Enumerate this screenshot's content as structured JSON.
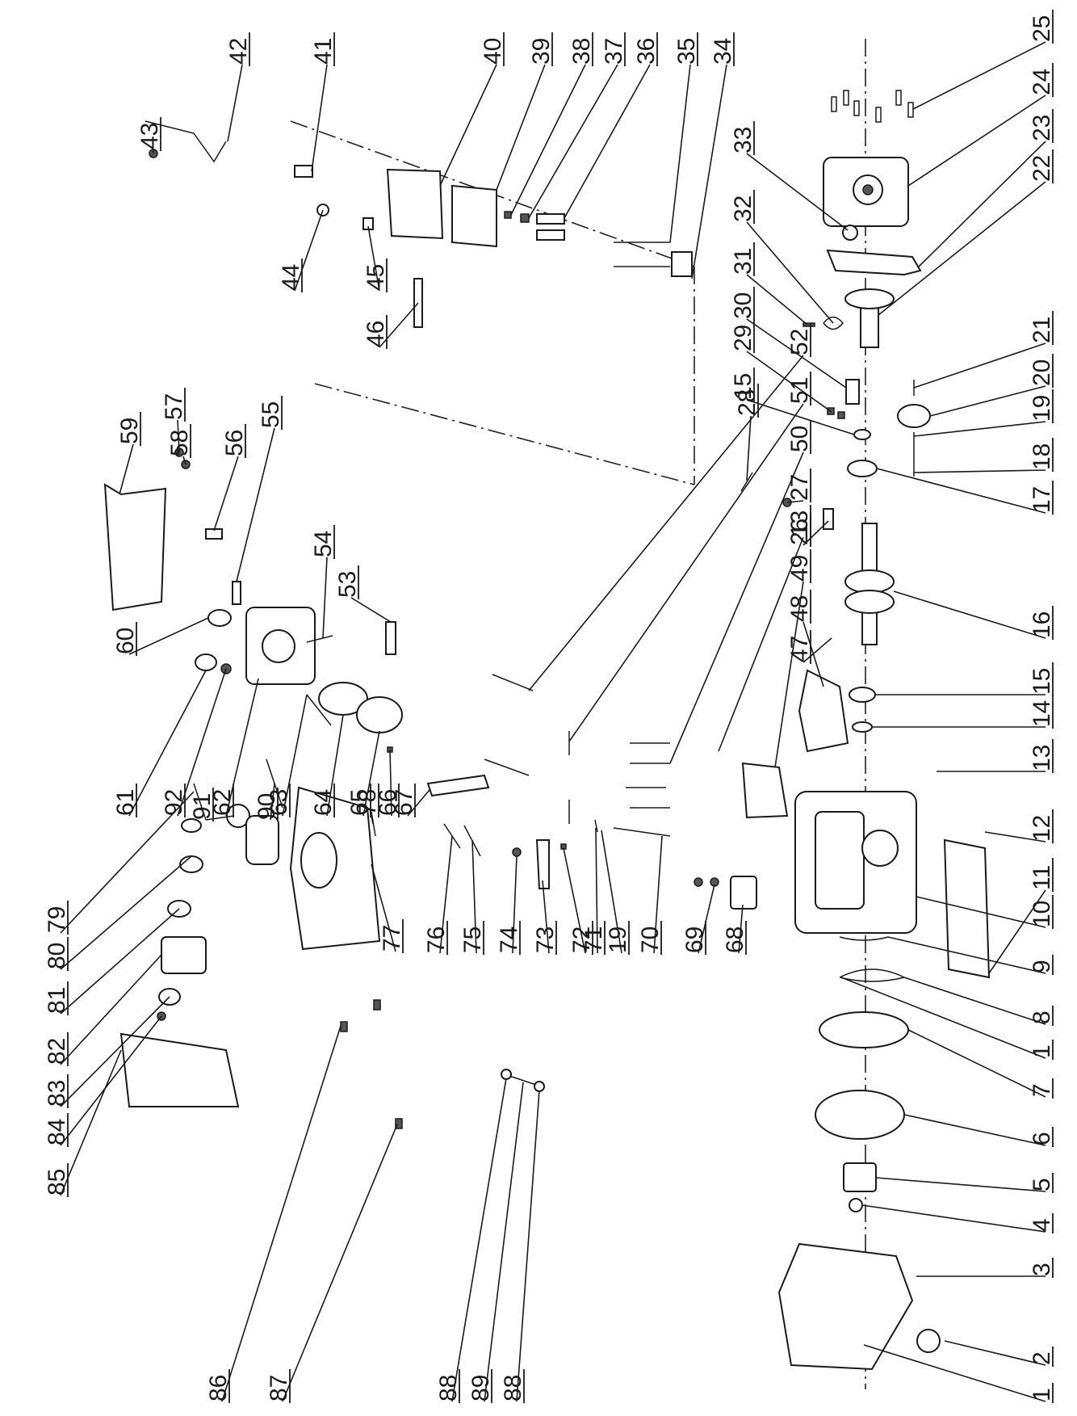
{
  "callouts": [
    {
      "id": "c1",
      "text": "1"
    },
    {
      "id": "c2",
      "text": "2"
    },
    {
      "id": "c3",
      "text": "3"
    },
    {
      "id": "c4",
      "text": "4"
    },
    {
      "id": "c5",
      "text": "5"
    },
    {
      "id": "c6",
      "text": "6"
    },
    {
      "id": "c7",
      "text": "7"
    },
    {
      "id": "c1b",
      "text": "1"
    },
    {
      "id": "c8",
      "text": "8"
    },
    {
      "id": "c9",
      "text": "9"
    },
    {
      "id": "c10",
      "text": "10"
    },
    {
      "id": "c11",
      "text": "11"
    },
    {
      "id": "c12",
      "text": "12"
    },
    {
      "id": "c13",
      "text": "13"
    },
    {
      "id": "c14",
      "text": "14"
    },
    {
      "id": "c15",
      "text": "15"
    },
    {
      "id": "c16",
      "text": "16"
    },
    {
      "id": "c17",
      "text": "17"
    },
    {
      "id": "c18",
      "text": "18"
    },
    {
      "id": "c19",
      "text": "19"
    },
    {
      "id": "c20",
      "text": "20"
    },
    {
      "id": "c21",
      "text": "21"
    },
    {
      "id": "c22",
      "text": "22"
    },
    {
      "id": "c23",
      "text": "23"
    },
    {
      "id": "c24",
      "text": "24"
    },
    {
      "id": "c25",
      "text": "25"
    },
    {
      "id": "c26",
      "text": "26"
    },
    {
      "id": "c27",
      "text": "27"
    },
    {
      "id": "c28",
      "text": "28"
    },
    {
      "id": "c15b",
      "text": "15"
    },
    {
      "id": "c29",
      "text": "29"
    },
    {
      "id": "c30",
      "text": "30"
    },
    {
      "id": "c31",
      "text": "31"
    },
    {
      "id": "c32",
      "text": "32"
    },
    {
      "id": "c33",
      "text": "33"
    },
    {
      "id": "c34",
      "text": "34"
    },
    {
      "id": "c35",
      "text": "35"
    },
    {
      "id": "c36",
      "text": "36"
    },
    {
      "id": "c37",
      "text": "37"
    },
    {
      "id": "c38",
      "text": "38"
    },
    {
      "id": "c39",
      "text": "39"
    },
    {
      "id": "c40",
      "text": "40"
    },
    {
      "id": "c41",
      "text": "41"
    },
    {
      "id": "c42",
      "text": "42"
    },
    {
      "id": "c43",
      "text": "43"
    },
    {
      "id": "c44",
      "text": "44"
    },
    {
      "id": "c45",
      "text": "45"
    },
    {
      "id": "c46",
      "text": "46"
    },
    {
      "id": "c47",
      "text": "47"
    },
    {
      "id": "c48",
      "text": "48"
    },
    {
      "id": "c49",
      "text": "49"
    },
    {
      "id": "c13b",
      "text": "13"
    },
    {
      "id": "c50",
      "text": "50"
    },
    {
      "id": "c51",
      "text": "51"
    },
    {
      "id": "c52",
      "text": "52"
    },
    {
      "id": "c53",
      "text": "53"
    },
    {
      "id": "c54",
      "text": "54"
    },
    {
      "id": "c55",
      "text": "55"
    },
    {
      "id": "c56",
      "text": "56"
    },
    {
      "id": "c57",
      "text": "57"
    },
    {
      "id": "c58",
      "text": "58"
    },
    {
      "id": "c59",
      "text": "59"
    },
    {
      "id": "c60",
      "text": "60"
    },
    {
      "id": "c61",
      "text": "61"
    },
    {
      "id": "c92",
      "text": "92"
    },
    {
      "id": "c62",
      "text": "62"
    },
    {
      "id": "c63",
      "text": "63"
    },
    {
      "id": "c64",
      "text": "64"
    },
    {
      "id": "c65",
      "text": "65"
    },
    {
      "id": "c66",
      "text": "66"
    },
    {
      "id": "c67",
      "text": "67"
    },
    {
      "id": "c91",
      "text": "91"
    },
    {
      "id": "c90",
      "text": "90"
    },
    {
      "id": "c78",
      "text": "78"
    },
    {
      "id": "c79",
      "text": "79"
    },
    {
      "id": "c80",
      "text": "80"
    },
    {
      "id": "c81",
      "text": "81"
    },
    {
      "id": "c82",
      "text": "82"
    },
    {
      "id": "c83",
      "text": "83"
    },
    {
      "id": "c84",
      "text": "84"
    },
    {
      "id": "c85",
      "text": "85"
    },
    {
      "id": "c77",
      "text": "77"
    },
    {
      "id": "c76",
      "text": "76"
    },
    {
      "id": "c75",
      "text": "75"
    },
    {
      "id": "c74",
      "text": "74"
    },
    {
      "id": "c73",
      "text": "73"
    },
    {
      "id": "c72",
      "text": "72"
    },
    {
      "id": "c71",
      "text": "71"
    },
    {
      "id": "c19b",
      "text": "19"
    },
    {
      "id": "c70",
      "text": "70"
    },
    {
      "id": "c69",
      "text": "69"
    },
    {
      "id": "c68",
      "text": "68"
    },
    {
      "id": "c86",
      "text": "86"
    },
    {
      "id": "c87",
      "text": "87"
    },
    {
      "id": "c88",
      "text": "88"
    },
    {
      "id": "c89",
      "text": "89"
    },
    {
      "id": "c88b",
      "text": "88"
    }
  ]
}
